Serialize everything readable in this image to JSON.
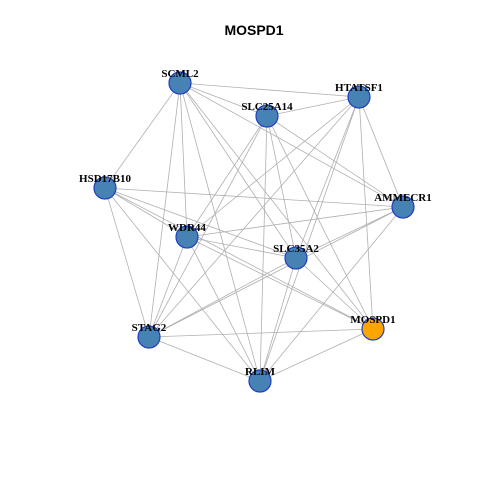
{
  "title": "MOSPD1",
  "colors": {
    "node_default": "#4682b4",
    "node_highlight": "#ffa500",
    "node_border": "#1f3fbf",
    "edge": "#b0b0b0"
  },
  "nodes": [
    {
      "id": "SCML2",
      "label": "SCML2",
      "highlight": false
    },
    {
      "id": "SLC25A14",
      "label": "SLC25A14",
      "highlight": false
    },
    {
      "id": "HTATSF1",
      "label": "HTATSF1",
      "highlight": false
    },
    {
      "id": "HSD17B10",
      "label": "HSD17B10",
      "highlight": false
    },
    {
      "id": "AMMECR1",
      "label": "AMMECR1",
      "highlight": false
    },
    {
      "id": "WDR44",
      "label": "WDR44",
      "highlight": false
    },
    {
      "id": "SLC35A2",
      "label": "SLC35A2",
      "highlight": false
    },
    {
      "id": "STAG2",
      "label": "STAG2",
      "highlight": false
    },
    {
      "id": "MOSPD1",
      "label": "MOSPD1",
      "highlight": true
    },
    {
      "id": "RLIM",
      "label": "RLIM",
      "highlight": false
    }
  ],
  "edges": [
    [
      "SCML2",
      "SLC25A14"
    ],
    [
      "SCML2",
      "HTATSF1"
    ],
    [
      "SCML2",
      "HSD17B10"
    ],
    [
      "SCML2",
      "AMMECR1"
    ],
    [
      "SCML2",
      "WDR44"
    ],
    [
      "SCML2",
      "SLC35A2"
    ],
    [
      "SCML2",
      "STAG2"
    ],
    [
      "SCML2",
      "MOSPD1"
    ],
    [
      "SCML2",
      "RLIM"
    ],
    [
      "SLC25A14",
      "HTATSF1"
    ],
    [
      "SLC25A14",
      "AMMECR1"
    ],
    [
      "SLC25A14",
      "WDR44"
    ],
    [
      "SLC25A14",
      "SLC35A2"
    ],
    [
      "SLC25A14",
      "STAG2"
    ],
    [
      "SLC25A14",
      "MOSPD1"
    ],
    [
      "SLC25A14",
      "RLIM"
    ],
    [
      "HTATSF1",
      "AMMECR1"
    ],
    [
      "HTATSF1",
      "WDR44"
    ],
    [
      "HTATSF1",
      "SLC35A2"
    ],
    [
      "HTATSF1",
      "STAG2"
    ],
    [
      "HTATSF1",
      "MOSPD1"
    ],
    [
      "HTATSF1",
      "RLIM"
    ],
    [
      "HSD17B10",
      "AMMECR1"
    ],
    [
      "HSD17B10",
      "WDR44"
    ],
    [
      "HSD17B10",
      "SLC35A2"
    ],
    [
      "HSD17B10",
      "STAG2"
    ],
    [
      "HSD17B10",
      "MOSPD1"
    ],
    [
      "HSD17B10",
      "RLIM"
    ],
    [
      "AMMECR1",
      "WDR44"
    ],
    [
      "AMMECR1",
      "SLC35A2"
    ],
    [
      "AMMECR1",
      "STAG2"
    ],
    [
      "AMMECR1",
      "RLIM"
    ],
    [
      "WDR44",
      "SLC35A2"
    ],
    [
      "WDR44",
      "STAG2"
    ],
    [
      "WDR44",
      "MOSPD1"
    ],
    [
      "WDR44",
      "RLIM"
    ],
    [
      "SLC35A2",
      "STAG2"
    ],
    [
      "SLC35A2",
      "MOSPD1"
    ],
    [
      "SLC35A2",
      "RLIM"
    ],
    [
      "STAG2",
      "MOSPD1"
    ],
    [
      "STAG2",
      "RLIM"
    ],
    [
      "MOSPD1",
      "RLIM"
    ]
  ]
}
